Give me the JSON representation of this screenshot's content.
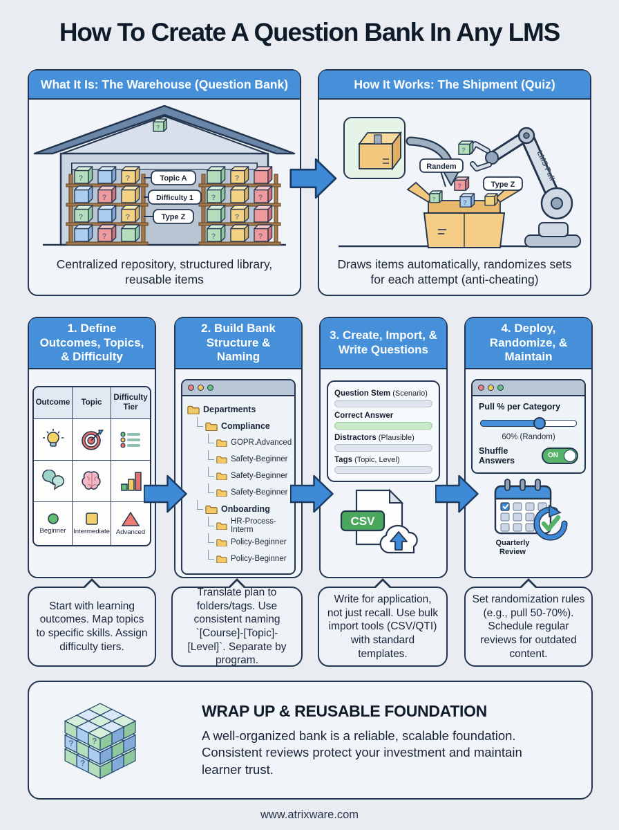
{
  "page": {
    "title": "How To Create A Question Bank In Any LMS",
    "footer": "www.atrixware.com"
  },
  "concepts": [
    {
      "header": "What It Is: The Warehouse (Question Bank)",
      "caption": "Centralized repository, structured library, reusable items",
      "shelf_labels": [
        "Topic A",
        "Difficulty 1",
        "Type Z"
      ]
    },
    {
      "header": "How It Works: The Shipment (Quiz)",
      "caption": "Draws items automatically, randomizes sets for each attempt (anti-cheating)",
      "box_labels": [
        "Randem",
        "Type Z"
      ],
      "arm_label": "LMS Pull"
    }
  ],
  "steps": [
    {
      "header": "1. Define Outcomes, Topics, & Difficulty",
      "table": {
        "headers": [
          "Outcome",
          "Topic",
          "Difficulty Tier"
        ],
        "tier_labels": [
          "Beginner",
          "Intermediate",
          "Advanced"
        ]
      },
      "caption": "Start with learning outcomes. Map topics to specific skills. Assign difficulty tiers."
    },
    {
      "header": "2. Build Bank Structure & Naming",
      "tree": [
        "Departments",
        "Compliance",
        "GOPR.Advanced",
        "Safety-Beginner",
        "Safety-Beginner",
        "Safety-Beginner",
        "Onboarding",
        "HR-Process-Interm",
        "Policy-Beginner",
        "Policy-Beginner"
      ],
      "caption": "Translate plan to folders/tags. Use consistent naming `[Course]-[Topic]-[Level]`. Separate by program."
    },
    {
      "header": "3. Create, Import, & Write Questions",
      "fields": [
        {
          "label": "Question Stem",
          "hint": "(Scenario)"
        },
        {
          "label": "Correct Answer",
          "hint": ""
        },
        {
          "label": "Distractors",
          "hint": "(Plausible)"
        },
        {
          "label": "Tags",
          "hint": "(Topic, Level)"
        }
      ],
      "csv_badge": "CSV",
      "caption": "Write for application, not just recall. Use bulk import tools (CSV/QTI) with standard templates."
    },
    {
      "header": "4. Deploy, Randomize, & Maintain",
      "controls": {
        "slider_label": "Pull % per Category",
        "slider_value": "60% (Random)",
        "toggle_label": "Shuffle Answers",
        "toggle_state": "ON"
      },
      "calendar_label": "Quarterly Review",
      "caption": "Set randomization rules (e.g., pull 50-70%). Schedule regular reviews for outdated content."
    }
  ],
  "wrap_up": {
    "heading": "WRAP UP & REUSABLE FOUNDATION",
    "body": "A well-organized bank is a reliable, scalable foundation. Consistent reviews protect your investment and maintain learner trust."
  },
  "colors": {
    "header_blue": "#4590d9",
    "arrow_blue": "#3f8ad6",
    "navy": "#24364f",
    "toggle_green": "#57b36a",
    "csv_green": "#4aa85e",
    "correct_green": "#c9e9c9"
  }
}
